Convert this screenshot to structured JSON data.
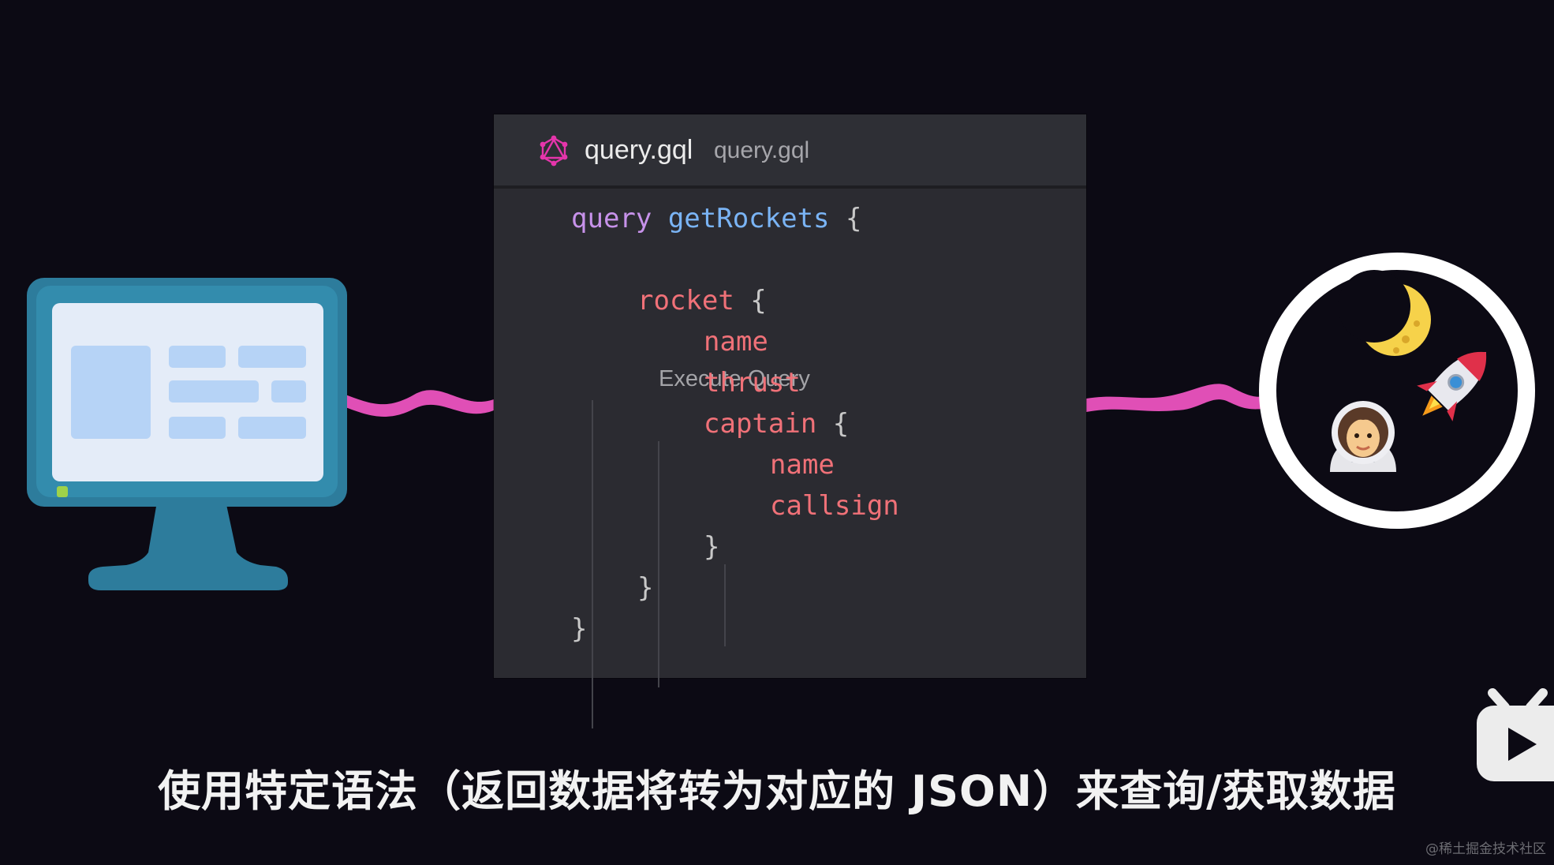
{
  "editor": {
    "tab_filename": "query.gql",
    "tab_path": "query.gql",
    "codelens": "Execute Query",
    "lines": [
      {
        "indent": 0,
        "tokens": [
          {
            "cls": "kw",
            "text": "query "
          },
          {
            "cls": "fn",
            "text": "getRockets"
          },
          {
            "cls": "punc",
            "text": " {"
          }
        ]
      },
      {
        "indent": 1,
        "tokens": [
          {
            "cls": "fld",
            "text": "rocket"
          },
          {
            "cls": "punc",
            "text": " {"
          }
        ]
      },
      {
        "indent": 2,
        "tokens": [
          {
            "cls": "fld",
            "text": "name"
          }
        ]
      },
      {
        "indent": 2,
        "tokens": [
          {
            "cls": "fld",
            "text": "thrust"
          }
        ]
      },
      {
        "indent": 2,
        "tokens": [
          {
            "cls": "fld",
            "text": "captain"
          },
          {
            "cls": "punc",
            "text": " {"
          }
        ]
      },
      {
        "indent": 3,
        "tokens": [
          {
            "cls": "fld",
            "text": "name"
          }
        ]
      },
      {
        "indent": 3,
        "tokens": [
          {
            "cls": "fld",
            "text": "callsign"
          }
        ]
      },
      {
        "indent": 2,
        "tokens": [
          {
            "cls": "punc",
            "text": "}"
          }
        ]
      },
      {
        "indent": 1,
        "tokens": [
          {
            "cls": "punc",
            "text": "}"
          }
        ]
      },
      {
        "indent": 0,
        "tokens": [
          {
            "cls": "punc",
            "text": "}"
          }
        ]
      }
    ]
  },
  "icons": {
    "server_content": [
      "crescent-moon-icon",
      "rocket-icon",
      "astronaut-icon"
    ]
  },
  "colors": {
    "background": "#0c0a14",
    "cable": "#e04fb6",
    "monitor": "#2a7fa0"
  },
  "subtitle": "使用特定语法（返回数据将转为对应的 JSON）来查询/获取数据",
  "watermark": "@稀土掘金技术社区"
}
